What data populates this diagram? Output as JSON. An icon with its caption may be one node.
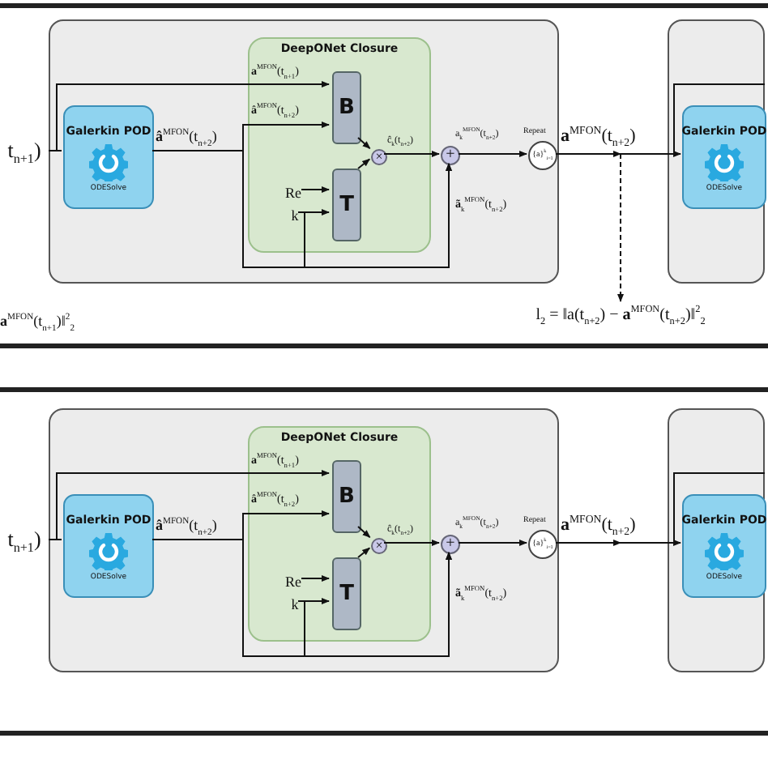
{
  "diagram": {
    "nodes": [
      {
        "text": [
          "t$_{n+1}$)"
        ]
      },
      {
        "text": [],
        "shape": "box"
      },
      {
        "text": [
          "Galerkin POD",
          "ODESolve"
        ],
        "in": 1
      },
      {
        "text": [
          "DeepONet Closure"
        ],
        "in": 1
      },
      {
        "text": [
          "B"
        ],
        "in": 3
      },
      {
        "text": [
          "T"
        ],
        "in": 3
      },
      {
        "text": [
          "Re"
        ],
        "in": 3
      },
      {
        "text": [
          "k"
        ],
        "in": 3
      },
      {
        "text": [
          "×"
        ],
        "in": 3
      },
      {
        "text": [
          "+"
        ],
        "in": 1
      },
      {
        "text": [
          "{a}$^{k}$$_{i=1}$"
        ],
        "in": 1,
        "beside": [
          "Repeat"
        ]
      },
      {
        "text": [],
        "shape": "box"
      },
      {
        "text": [
          "Galerkin POD",
          "ODESolve"
        ],
        "in": 11
      },
      {
        "text": [
          "l$_{2}$ = ‖a(t$_{n+2}$) − **a**$^{MFON}$(t$_{n+2}$)‖$^{2}$$_{2}$"
        ]
      },
      {
        "text": [
          "t$_{n+1}$)"
        ]
      },
      {
        "text": [],
        "shape": "box"
      },
      {
        "text": [
          "Galerkin POD",
          "ODESolve"
        ],
        "in": 15
      },
      {
        "text": [
          "DeepONet Closure"
        ],
        "in": 15
      },
      {
        "text": [
          "B"
        ],
        "in": 17
      },
      {
        "text": [
          "T"
        ],
        "in": 17
      },
      {
        "text": [
          "Re"
        ],
        "in": 17
      },
      {
        "text": [
          "k"
        ],
        "in": 17
      },
      {
        "text": [
          "×"
        ],
        "in": 17
      },
      {
        "text": [
          "+"
        ],
        "in": 15
      },
      {
        "text": [
          "{a}$^{k}$$_{i=1}$"
        ],
        "in": 15,
        "beside": [
          "Repeat"
        ]
      },
      {
        "text": [],
        "shape": "box"
      },
      {
        "text": [
          "Galerkin POD",
          "ODESolve"
        ],
        "in": 25
      }
    ],
    "edges": [
      {
        "from": 0,
        "to": 2,
        "arrow": "none"
      },
      {
        "from": 0,
        "to": 4,
        "arrow": "to",
        "label": "**a**$^{MFON}$(t$_{n+1}$)"
      },
      {
        "from": 2,
        "to": 4,
        "arrow": "to",
        "label": "**â**$^{MFON}$(t$_{n+2}$)"
      },
      {
        "from": 2,
        "to": 9,
        "arrow": "to",
        "label": "**ã**$_{k}$$^{MFON}$(t$_{n+2}$)"
      },
      {
        "from": 6,
        "to": 5,
        "arrow": "to"
      },
      {
        "from": 7,
        "to": 5,
        "arrow": "to"
      },
      {
        "from": 7,
        "to": 9,
        "arrow": "to"
      },
      {
        "from": 4,
        "to": 8,
        "arrow": "to"
      },
      {
        "from": 5,
        "to": 8,
        "arrow": "to"
      },
      {
        "from": 8,
        "to": 9,
        "arrow": "to",
        "label": "ĉ$_{k}$(t$_{n+2}$)"
      },
      {
        "from": 9,
        "to": 10,
        "arrow": "to",
        "label": "a$_{k}$$^{MFON}$(t$_{n+2}$)"
      },
      {
        "from": 10,
        "to": 12,
        "arrow": "to",
        "label": "**a**$^{MFON}$(t$_{n+2}$)"
      },
      {
        "from": 10,
        "to": 11,
        "arrow": "none"
      },
      {
        "from": 10,
        "to": 13,
        "arrow": "to",
        "style": "dashed"
      },
      {
        "from": 14,
        "to": 16,
        "arrow": "none"
      },
      {
        "from": 14,
        "to": 18,
        "arrow": "to",
        "label": "**a**$^{MFON}$(t$_{n+1}$)"
      },
      {
        "from": 16,
        "to": 18,
        "arrow": "to",
        "label": "**â**$^{MFON}$(t$_{n+2}$)"
      },
      {
        "from": 16,
        "to": 23,
        "arrow": "to",
        "label": "**ã**$_{k}$$^{MFON}$(t$_{n+2}$)"
      },
      {
        "from": 20,
        "to": 19,
        "arrow": "to"
      },
      {
        "from": 21,
        "to": 19,
        "arrow": "to"
      },
      {
        "from": 21,
        "to": 23,
        "arrow": "to"
      },
      {
        "from": 18,
        "to": 22,
        "arrow": "to"
      },
      {
        "from": 19,
        "to": 22,
        "arrow": "to"
      },
      {
        "from": 22,
        "to": 23,
        "arrow": "to",
        "label": "ĉ$_{k}$(t$_{n+2}$)"
      },
      {
        "from": 23,
        "to": 24,
        "arrow": "to",
        "label": "a$_{k}$$^{MFON}$(t$_{n+2}$)"
      },
      {
        "from": 24,
        "to": 26,
        "arrow": "to",
        "label": "**a**$^{MFON}$(t$_{n+2}$)"
      },
      {
        "from": 24,
        "to": 25,
        "arrow": "none"
      }
    ],
    "labels": [
      "**â**$^{MFON}$(t$_{n+2}$)",
      "**a**$^{MFON}$(t$_{n+1}$)‖$^{2}$$_{2}$",
      "**â**$^{MFON}$(t$_{n+2}$)"
    ]
  }
}
